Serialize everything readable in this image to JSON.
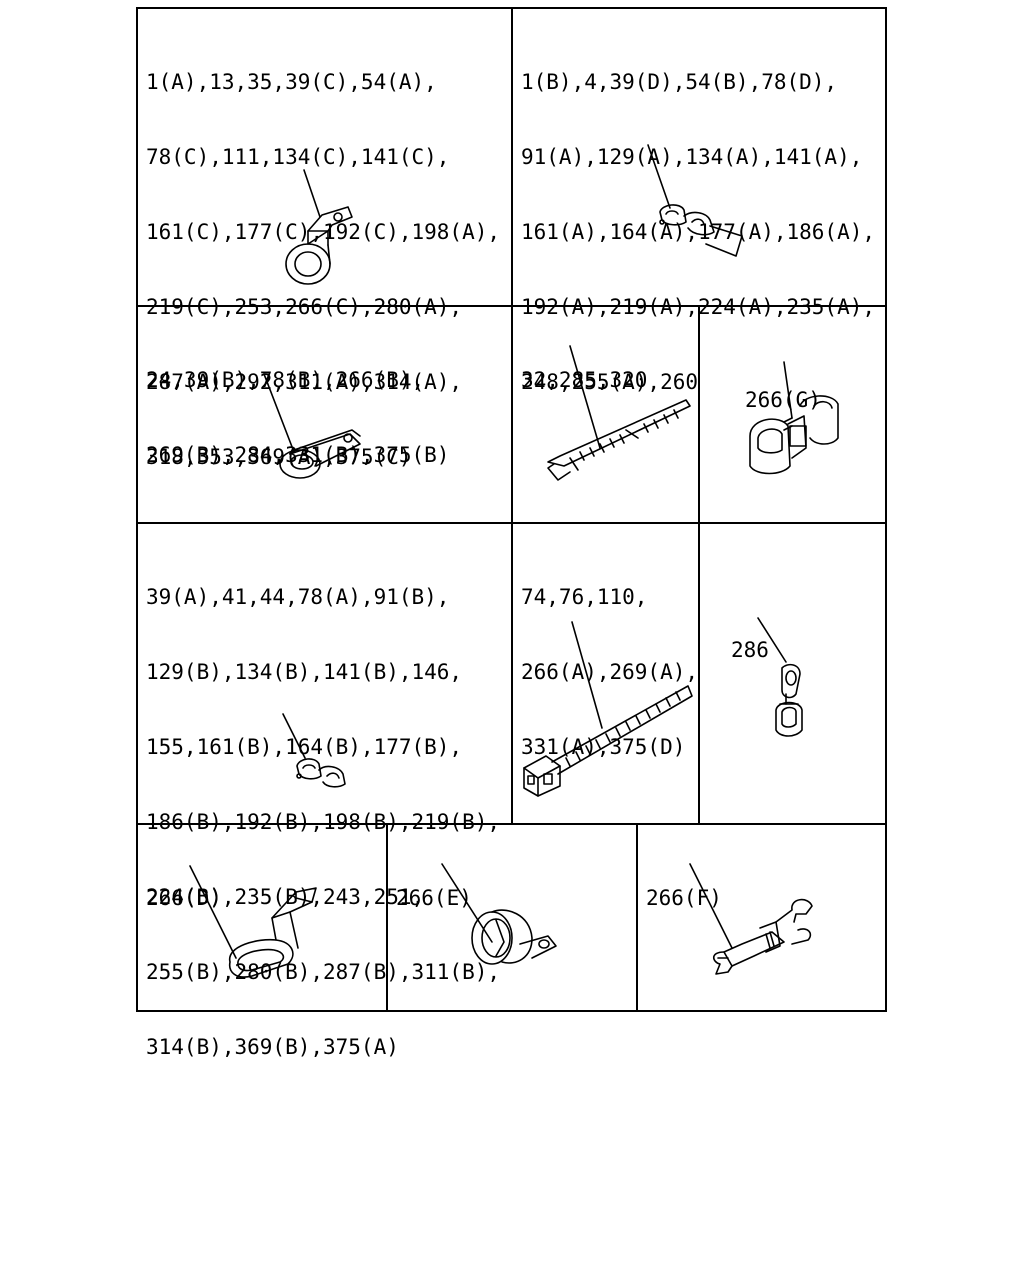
{
  "cells": {
    "c1": {
      "lines": [
        "1(A),13,35,39(C),54(A),",
        "78(C),111,134(C),141(C),",
        "161(C),177(C),192(C),198(A),",
        "219(C),253,266(C),280(A),",
        "287(A),292,311(A),314(A),",
        "318,353,369(A),375(C)"
      ]
    },
    "c2": {
      "lines": [
        "1(B),4,39(D),54(B),78(D),",
        "91(A),129(A),134(A),141(A),",
        "161(A),164(A),177(A),186(A),",
        "192(A),219(A),224(A),235(A),",
        "248,255(A),260"
      ]
    },
    "c3": {
      "lines": [
        "24,39(B),78(B),266(B),",
        "269(B),284,331(B),375(B)"
      ]
    },
    "c4": {
      "lines": [
        "32,285,320"
      ]
    },
    "c5": {
      "lines": [
        "266(G)"
      ]
    },
    "c6": {
      "lines": [
        "39(A),41,44,78(A),91(B),",
        "129(B),134(B),141(B),146,",
        "155,161(B),164(B),177(B),",
        "186(B),192(B),198(B),219(B),",
        "224(B),235(B),243,251,",
        "255(B),280(B),287(B),311(B),",
        "314(B),369(B),375(A)"
      ]
    },
    "c7": {
      "lines": [
        "74,76,110,",
        "266(A),269(A),",
        "331(A),375(D)"
      ]
    },
    "c8": {
      "lines": [
        "286"
      ]
    },
    "c9": {
      "lines": [
        "266(D)"
      ]
    },
    "c10": {
      "lines": [
        "266(E)"
      ]
    },
    "c11": {
      "lines": [
        "266(F)"
      ]
    }
  }
}
